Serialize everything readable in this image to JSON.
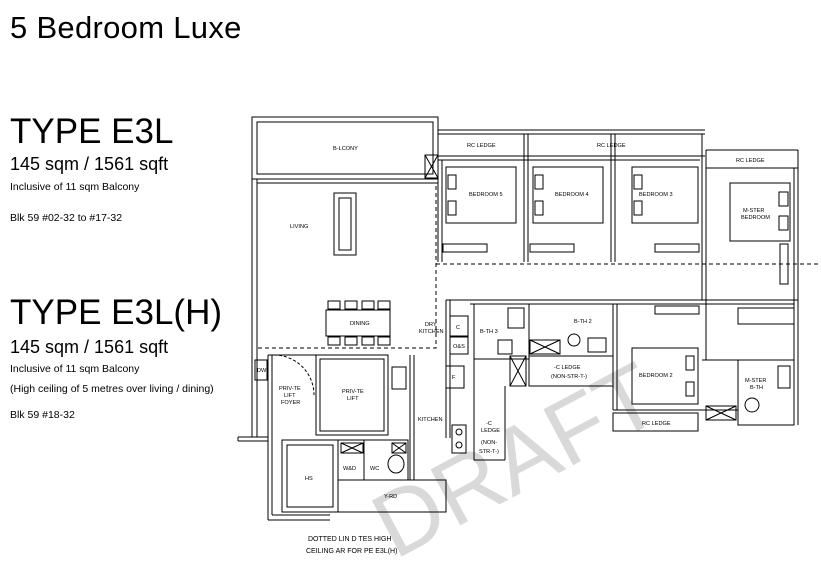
{
  "header": {
    "title": "5 Bedroom Luxe"
  },
  "types": [
    {
      "name": "TYPE E3L",
      "area": "145 sqm / 1561  sqft",
      "balcony_note": "Inclusive of 11 sqm Balcony",
      "units": "Blk 59 #02-32 to #17-32"
    },
    {
      "name": "TYPE E3L(H)",
      "area": "145 sqm / 1561 sqft",
      "balcony_note": "Inclusive of 11 sqm Balcony",
      "ceiling_note": "(High ceiling of 5 metres over living / dining)",
      "units": "Blk 59 #18-32"
    }
  ],
  "plan": {
    "rooms": {
      "balcony": "B-LCONY",
      "living": "LIVING",
      "dining": "DINING",
      "dry_kitchen": [
        "DRY",
        "KITCHEN"
      ],
      "kitchen": "KITCHEN",
      "private_lift_foyer": [
        "PRIV-TE",
        "LIFT",
        "FOYER"
      ],
      "private_lift": [
        "PRIV-TE",
        "LIFT"
      ],
      "hs": "HS",
      "wd": "W&D",
      "wc": "WC",
      "yard": "Y-RD",
      "bedroom5": "BEDROOM 5",
      "bedroom4": "BEDROOM 4",
      "bedroom3": "BEDROOM 3",
      "master_bedroom": [
        "M-STER",
        "BEDROOM"
      ],
      "bath3": "B-TH 3",
      "bath2": "B-TH 2",
      "bedroom2": "BEDROOM 2",
      "master_bath": [
        "M-STER",
        "B-TH"
      ],
      "ac_ledge_1": [
        "-C LEDGE",
        "(NON-STR-T-)"
      ],
      "ac_ledge_2": [
        "-C",
        "LEDGE",
        "(NON-",
        "STR-T-)"
      ],
      "rc_ledge": "RC LEDGE",
      "c_label": "C",
      "os_label": "O&S",
      "f_label": "F",
      "dw_label": "DW"
    },
    "annotation": [
      "DOTTED LIN    D  TES HIGH",
      "CEILING AR    FOR    PE E3L(H)"
    ],
    "watermark": "DRAFT"
  }
}
